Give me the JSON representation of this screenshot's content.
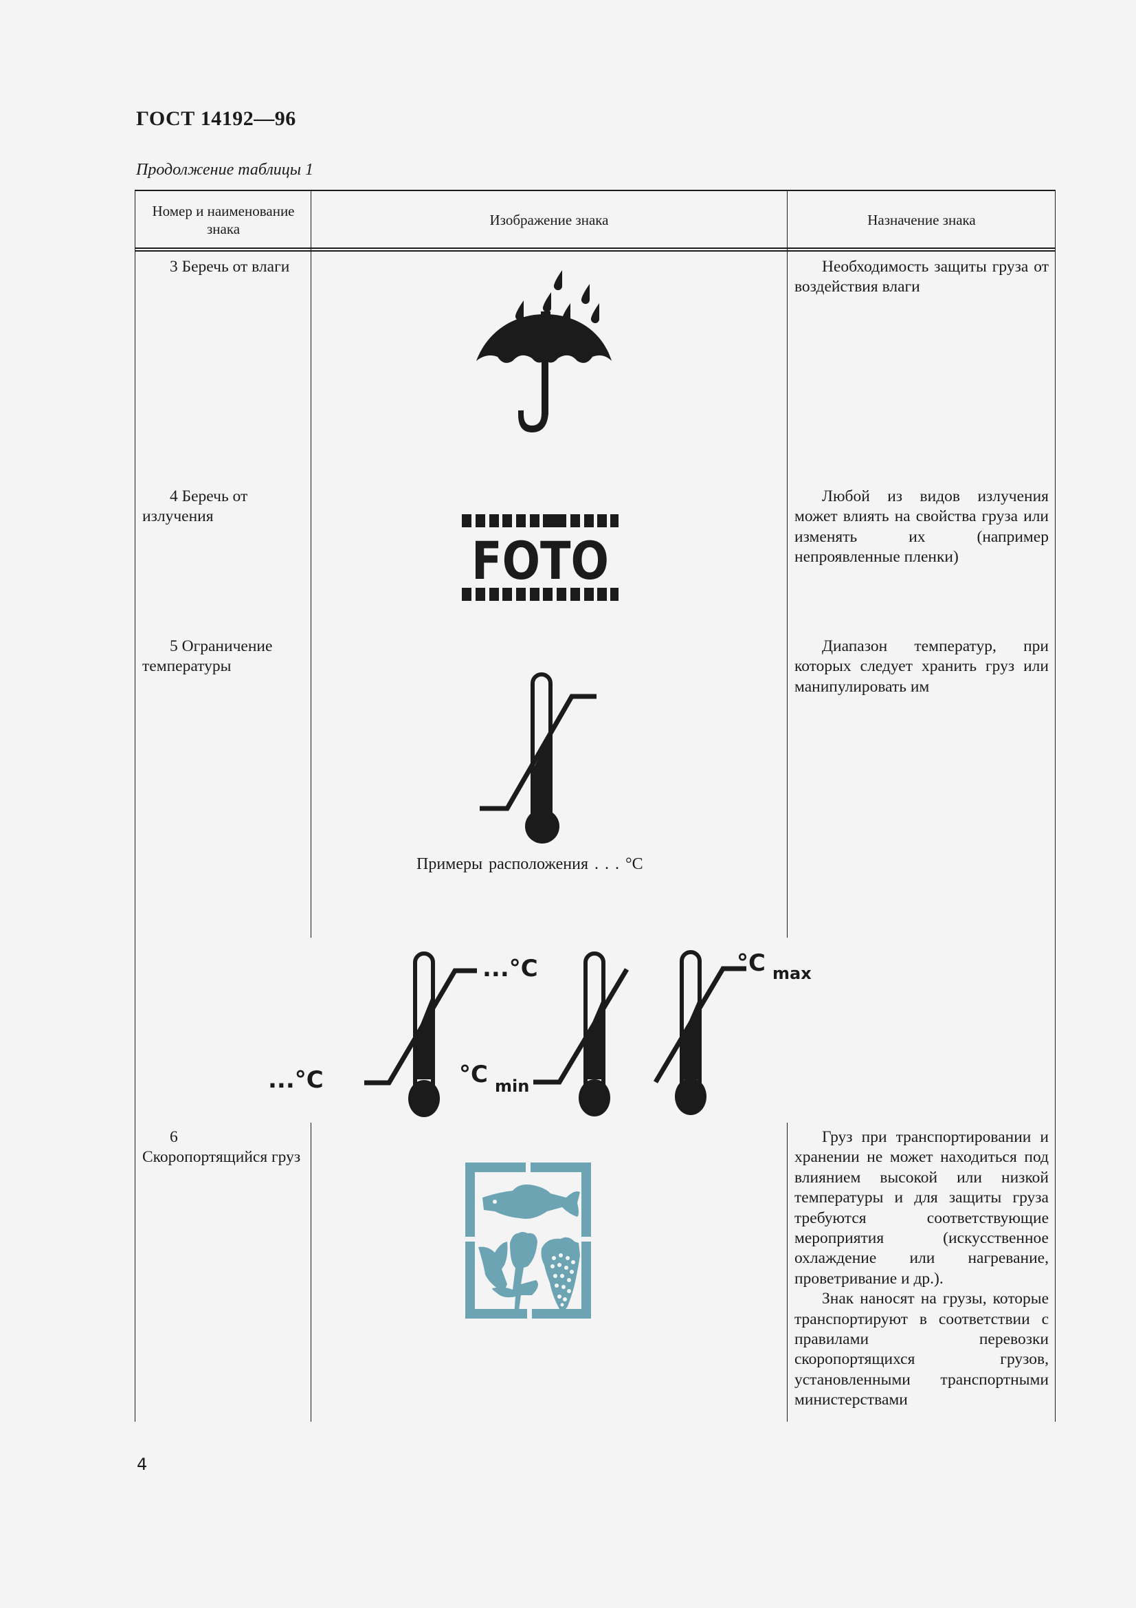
{
  "document": {
    "title": "ГОСТ 14192—96",
    "subtitle": "Продолжение таблицы 1",
    "page_number": "4"
  },
  "table": {
    "headers": [
      "Номер и наименование знака",
      "Изображение знака",
      "Назначение знака"
    ],
    "rows": [
      {
        "number": "3",
        "name": "3  Беречь от влаги",
        "image_icon": "umbrella-rain-icon",
        "purpose": [
          "Необходимость защиты груза от воздействия влаги"
        ]
      },
      {
        "number": "4",
        "name": "4  Беречь от излучения",
        "image_icon": "foto-film-icon",
        "image_text": "FOTO",
        "purpose": [
          "Любой из видов излучения может влиять на свойства груза или изменять их (например непроявленные пленки)"
        ]
      },
      {
        "number": "5",
        "name": "5  Ограничение температуры",
        "image_icon": "thermometer-range-icon",
        "caption": "Примеры расположения . . .  °C",
        "purpose": [
          "Диапазон температур, при которых следует хранить груз или манипулировать им"
        ],
        "examples": [
          {
            "icon": "thermometer-range-icon",
            "low_label": "...°C",
            "high_label": "...°C"
          },
          {
            "icon": "thermometer-min-icon",
            "low_label": "°C",
            "low_sub": "min"
          },
          {
            "icon": "thermometer-max-icon",
            "high_label": "°C",
            "high_sub": "max"
          }
        ]
      },
      {
        "number": "6",
        "name": "6  Скоропортящийся груз",
        "image_icon": "perishable-cargo-icon",
        "image_color": "#6ca4b4",
        "purpose": [
          "Груз при транспортировании и хранении не может находиться под влиянием высокой или низкой температуры и для защиты груза требуются соответствующие мероприятия (искусственное охлаждение или нагревание, проветривание и др.).",
          "Знак наносят на грузы, которые транспортируют в соответствии с правилами перевозки скоропортящихся грузов, установленными транспортными министерствами"
        ]
      }
    ]
  },
  "colors": {
    "ink": "#1b1b1b",
    "paper": "#f4f4f4",
    "perishable_sign": "#6ca4b4"
  }
}
